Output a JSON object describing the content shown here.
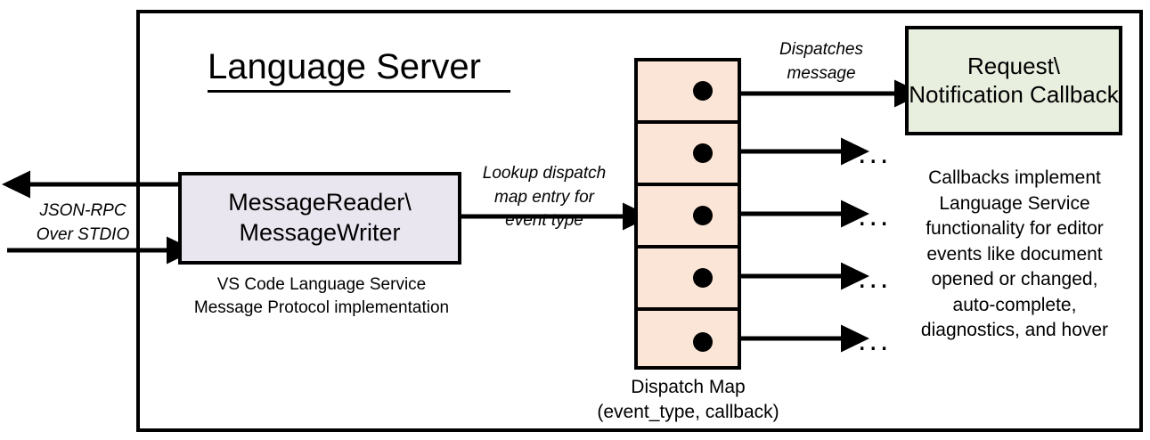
{
  "diagram": {
    "title": "Language Server",
    "boundary_label": "Language Server"
  },
  "external_io": {
    "label": "JSON-RPC\nOver STDIO",
    "inbound_arrow": "arrow-right-into-reader",
    "outbound_arrow": "arrow-left-out-of-server"
  },
  "reader_node": {
    "label": "MessageReader\\\nMessageWriter",
    "caption": "VS Code Language Service\nMessage Protocol implementation",
    "fill": "#EAE6F0",
    "stroke": "#000000"
  },
  "edges": {
    "lookup": "Lookup dispatch\nmap entry for\nevent type",
    "dispatches": "Dispatches\nmessage"
  },
  "dispatch_map": {
    "caption": "Dispatch Map\n(event_type, callback)",
    "fill": "#FBE5D6",
    "stroke": "#000000",
    "rows": [
      {
        "index": 1,
        "dot": "filled-dot",
        "target": "Request\\Notification Callback"
      },
      {
        "index": 2,
        "dot": "filled-dot",
        "target": "..."
      },
      {
        "index": 3,
        "dot": "filled-dot",
        "target": "..."
      },
      {
        "index": 4,
        "dot": "filled-dot",
        "target": "..."
      },
      {
        "index": 5,
        "dot": "filled-dot",
        "target": "..."
      }
    ],
    "ellipsis": "..."
  },
  "callback_node": {
    "label": "Request\\\nNotification\nCallback",
    "caption": "Callbacks implement\nLanguage Service\nfunctionality for editor\nevents like document\nopened or changed,\nauto-complete,\ndiagnostics, and hover",
    "fill": "#E8EFDF",
    "stroke": "#000000"
  }
}
